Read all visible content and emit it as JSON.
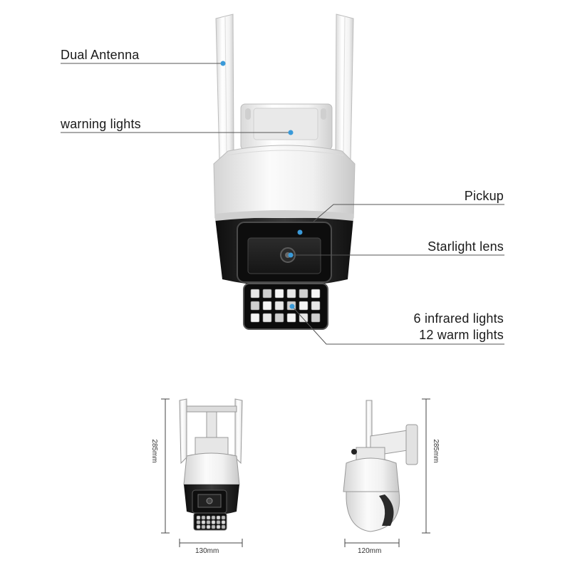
{
  "callouts": {
    "dual_antenna": "Dual Antenna",
    "warning_lights": "warning lights",
    "pickup": "Pickup",
    "starlight_lens": "Starlight lens",
    "lights_line1": "6 infrared lights",
    "lights_line2": "12 warm lights"
  },
  "dimensions": {
    "front_height": "285mm",
    "front_width": "130mm",
    "side_height": "285mm",
    "side_width": "120mm"
  },
  "colors": {
    "callout_dot": "#3a9ad9",
    "line": "#555555",
    "body_white": "#f2f2f2",
    "body_dark": "#1b1b1b"
  }
}
